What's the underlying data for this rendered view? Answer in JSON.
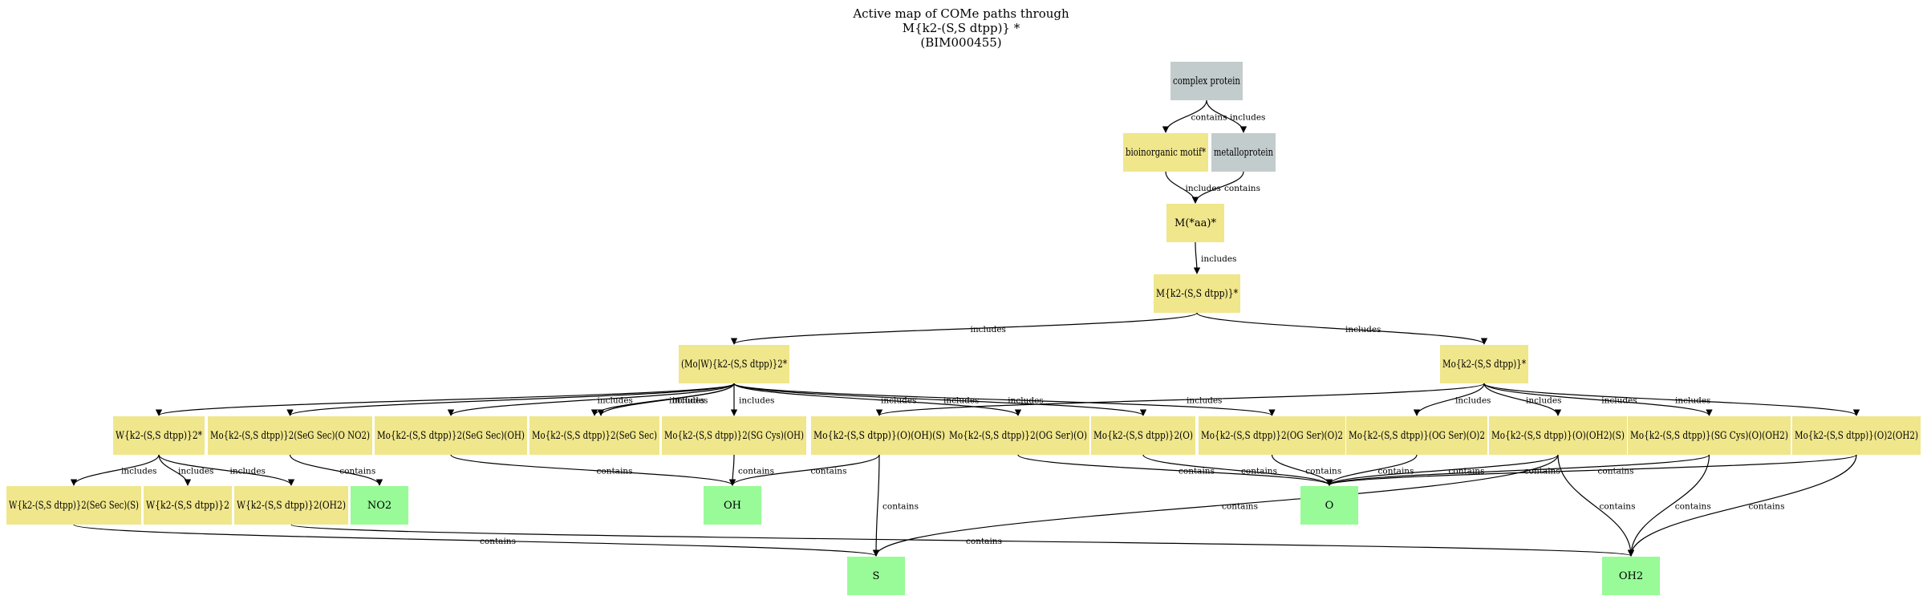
{
  "title_lines": [
    "Active map of COMe paths through",
    "M{k2-(S,S dtpp)} *",
    "(BIM000455)"
  ],
  "colors": {
    "motif": "#f0e68c",
    "class": "#c3cccc",
    "ligand": "#98fb98",
    "edge": "#000000"
  },
  "nodes": [
    {
      "id": "complex-protein",
      "label": "complex protein",
      "kind": "class"
    },
    {
      "id": "bioinorganic-motif",
      "label": "bioinorganic motif*",
      "kind": "motif"
    },
    {
      "id": "metalloprotein",
      "label": "metalloprotein",
      "kind": "class"
    },
    {
      "id": "m-aa",
      "label": "M(*aa)*",
      "kind": "motif"
    },
    {
      "id": "m-k2-dtpp",
      "label": "M{k2-(S,S dtpp)}*",
      "kind": "motif"
    },
    {
      "id": "mow-k2-dtpp-2",
      "label": "(Mo|W){k2-(S,S dtpp)}2*",
      "kind": "motif"
    },
    {
      "id": "mo-k2-dtpp",
      "label": "Mo{k2-(S,S dtpp)}*",
      "kind": "motif"
    },
    {
      "id": "w-k2-dtpp-2",
      "label": "W{k2-(S,S dtpp)}2*",
      "kind": "motif"
    },
    {
      "id": "mo-2-segsec-ono2",
      "label": "Mo{k2-(S,S dtpp)}2(SeG Sec)(O NO2)",
      "kind": "motif"
    },
    {
      "id": "mo-2-segsec-oh",
      "label": "Mo{k2-(S,S dtpp)}2(SeG Sec)(OH)",
      "kind": "motif"
    },
    {
      "id": "mo-2-segsec",
      "label": "Mo{k2-(S,S dtpp)}2(SeG Sec)",
      "kind": "motif"
    },
    {
      "id": "mo-2-sgcys-oh",
      "label": "Mo{k2-(S,S dtpp)}2(SG Cys)(OH)",
      "kind": "motif"
    },
    {
      "id": "mo-o-oh-s",
      "label": "Mo{k2-(S,S dtpp)}(O)(OH)(S)",
      "kind": "motif"
    },
    {
      "id": "mo-2-ogser-o",
      "label": "Mo{k2-(S,S dtpp)}2(OG Ser)(O)",
      "kind": "motif"
    },
    {
      "id": "mo-2-o",
      "label": "Mo{k2-(S,S dtpp)}2(O)",
      "kind": "motif"
    },
    {
      "id": "mo-2-ogser-o2",
      "label": "Mo{k2-(S,S dtpp)}2(OG Ser)(O)2",
      "kind": "motif"
    },
    {
      "id": "mo-ogser-o2",
      "label": "Mo{k2-(S,S dtpp)}(OG Ser)(O)2",
      "kind": "motif"
    },
    {
      "id": "mo-o-oh2-s",
      "label": "Mo{k2-(S,S dtpp)}(O)(OH2)(S)",
      "kind": "motif"
    },
    {
      "id": "mo-sgcys-o-oh2",
      "label": "Mo{k2-(S,S dtpp)}(SG Cys)(O)(OH2)",
      "kind": "motif"
    },
    {
      "id": "mo-o2-oh2",
      "label": "Mo{k2-(S,S dtpp)}(O)2(OH2)",
      "kind": "motif"
    },
    {
      "id": "w-2-segsec-s",
      "label": "W{k2-(S,S dtpp)}2(SeG Sec)(S)",
      "kind": "motif"
    },
    {
      "id": "w-2",
      "label": "W{k2-(S,S dtpp)}2",
      "kind": "motif"
    },
    {
      "id": "w-2-oh2",
      "label": "W{k2-(S,S dtpp)}2(OH2)",
      "kind": "motif"
    },
    {
      "id": "no2",
      "label": "NO2",
      "kind": "ligand"
    },
    {
      "id": "oh",
      "label": "OH",
      "kind": "ligand"
    },
    {
      "id": "o",
      "label": "O",
      "kind": "ligand"
    },
    {
      "id": "s",
      "label": "S",
      "kind": "ligand"
    },
    {
      "id": "oh2",
      "label": "OH2",
      "kind": "ligand"
    }
  ],
  "edges": [
    {
      "from": "complex-protein",
      "to": "bioinorganic-motif",
      "label": "contains"
    },
    {
      "from": "complex-protein",
      "to": "metalloprotein",
      "label": "includes"
    },
    {
      "from": "bioinorganic-motif",
      "to": "m-aa",
      "label": "includes"
    },
    {
      "from": "metalloprotein",
      "to": "m-aa",
      "label": "contains"
    },
    {
      "from": "m-aa",
      "to": "m-k2-dtpp",
      "label": "includes"
    },
    {
      "from": "m-k2-dtpp",
      "to": "mow-k2-dtpp-2",
      "label": "includes"
    },
    {
      "from": "m-k2-dtpp",
      "to": "mo-k2-dtpp",
      "label": "includes"
    },
    {
      "from": "mow-k2-dtpp-2",
      "to": "w-k2-dtpp-2",
      "label": ""
    },
    {
      "from": "mow-k2-dtpp-2",
      "to": "mo-2-segsec-ono2",
      "label": ""
    },
    {
      "from": "mow-k2-dtpp-2",
      "to": "mo-2-segsec-oh",
      "label": "includes"
    },
    {
      "from": "mow-k2-dtpp-2",
      "to": "mo-2-segsec",
      "label": "includes"
    },
    {
      "from": "mow-k2-dtpp-2",
      "to": "mo-2-segsec",
      "label": "includes"
    },
    {
      "from": "mow-k2-dtpp-2",
      "to": "mo-2-sgcys-oh",
      "label": "includes"
    },
    {
      "from": "mow-k2-dtpp-2",
      "to": "mo-2-ogser-o",
      "label": "includes"
    },
    {
      "from": "mow-k2-dtpp-2",
      "to": "mo-2-o",
      "label": "includes"
    },
    {
      "from": "mow-k2-dtpp-2",
      "to": "mo-2-ogser-o2",
      "label": "includes"
    },
    {
      "from": "mo-k2-dtpp",
      "to": "mo-o-oh-s",
      "label": "includes"
    },
    {
      "from": "mo-k2-dtpp",
      "to": "mo-ogser-o2",
      "label": "includes"
    },
    {
      "from": "mo-k2-dtpp",
      "to": "mo-o-oh2-s",
      "label": "includes"
    },
    {
      "from": "mo-k2-dtpp",
      "to": "mo-sgcys-o-oh2",
      "label": "includes"
    },
    {
      "from": "mo-k2-dtpp",
      "to": "mo-o2-oh2",
      "label": "includes"
    },
    {
      "from": "w-k2-dtpp-2",
      "to": "w-2-segsec-s",
      "label": "includes"
    },
    {
      "from": "w-k2-dtpp-2",
      "to": "w-2",
      "label": "includes"
    },
    {
      "from": "w-k2-dtpp-2",
      "to": "w-2-oh2",
      "label": "includes"
    },
    {
      "from": "mo-2-segsec-ono2",
      "to": "no2",
      "label": "contains"
    },
    {
      "from": "mo-2-segsec-oh",
      "to": "oh",
      "label": "contains"
    },
    {
      "from": "mo-2-sgcys-oh",
      "to": "oh",
      "label": "contains"
    },
    {
      "from": "mo-o-oh-s",
      "to": "oh",
      "label": "contains"
    },
    {
      "from": "mo-o-oh-s",
      "to": "s",
      "label": "contains"
    },
    {
      "from": "mo-2-ogser-o",
      "to": "o",
      "label": "contains"
    },
    {
      "from": "mo-2-o",
      "to": "o",
      "label": "contains"
    },
    {
      "from": "mo-2-ogser-o2",
      "to": "o",
      "label": "contains"
    },
    {
      "from": "mo-ogser-o2",
      "to": "o",
      "label": "contains"
    },
    {
      "from": "mo-o-oh2-s",
      "to": "o",
      "label": "contains"
    },
    {
      "from": "mo-sgcys-o-oh2",
      "to": "o",
      "label": "contains"
    },
    {
      "from": "mo-o2-oh2",
      "to": "o",
      "label": "contains"
    },
    {
      "from": "mo-o-oh2-s",
      "to": "s",
      "label": "contains"
    },
    {
      "from": "mo-o-oh2-s",
      "to": "oh2",
      "label": "contains"
    },
    {
      "from": "mo-sgcys-o-oh2",
      "to": "oh2",
      "label": "contains"
    },
    {
      "from": "mo-o2-oh2",
      "to": "oh2",
      "label": "contains"
    },
    {
      "from": "w-2-segsec-s",
      "to": "s",
      "label": "contains"
    },
    {
      "from": "w-2-oh2",
      "to": "oh2",
      "label": "contains"
    }
  ]
}
